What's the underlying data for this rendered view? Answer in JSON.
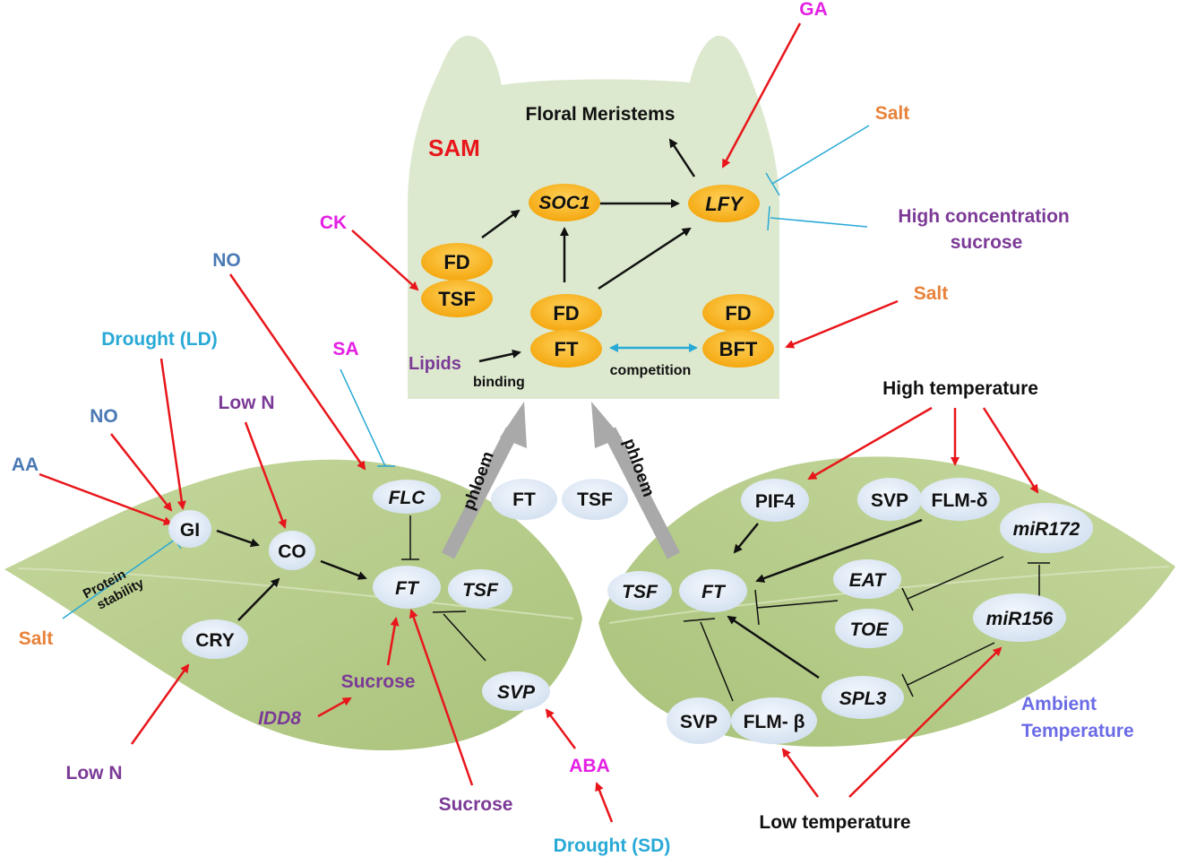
{
  "colors": {
    "activation": "#e8161b",
    "inhibition": "#29a9d6",
    "pathway": "#111111",
    "competition": "#29a9d6",
    "orange_node": "#f7b51b",
    "blue_node": "#dfe9f5",
    "meristem_bg": "#dce9cf",
    "leaf": "#b9cf8d",
    "phloem_arrow": "#a9a9a9",
    "magenta_label": "#e320e3",
    "steel_label": "#4a79b5",
    "cyan_label": "#29a9d6",
    "purple_label": "#7b3a96",
    "orange_label": "#e8823a",
    "ambient_label": "#6b6be6"
  },
  "sam": {
    "label": "SAM",
    "floral_meristems": "Floral Meristems",
    "lipids": "Lipids",
    "binding": "binding",
    "competition": "competition"
  },
  "sam_nodes": {
    "soc1": "SOC1",
    "lfy": "LFY",
    "fd_a": "FD",
    "tsf": "TSF",
    "fd_b": "FD",
    "ft": "FT",
    "fd_c": "FD",
    "bft": "BFT"
  },
  "phloem": {
    "left": "phloem",
    "right": "phloem",
    "mobile_ft": "FT",
    "mobile_tsf": "TSF"
  },
  "left_leaf": {
    "gi": "GI",
    "co": "CO",
    "cry": "CRY",
    "flc": "FLC",
    "ft": "FT",
    "tsf": "TSF",
    "svp": "SVP",
    "protein_stability": "Protein stability"
  },
  "right_leaf": {
    "pif4": "PIF4",
    "svp_top": "SVP",
    "flm_delta": "FLM-δ",
    "mir172": "miR172",
    "tsf": "TSF",
    "ft": "FT",
    "eat": "EAT",
    "toe": "TOE",
    "mir156": "miR156",
    "spl3": "SPL3",
    "svp_bottom": "SVP",
    "flm_beta": "FLM- β"
  },
  "signals": {
    "ga": "GA",
    "salt_top": "Salt",
    "high_sucrose": "High concentration sucrose",
    "salt_bft": "Salt",
    "ck": "CK",
    "no_top": "NO",
    "drought_ld": "Drought (LD)",
    "sa": "SA",
    "no_left": "NO",
    "low_n_top": "Low N",
    "aa": "AA",
    "salt_left": "Salt",
    "low_n_bottom": "Low N",
    "idd8": "IDD8",
    "sucrose_leaf": "Sucrose",
    "sucrose_bottom": "Sucrose",
    "aba": "ABA",
    "drought_sd": "Drought (SD)",
    "high_temperature": "High temperature",
    "low_temperature": "Low temperature",
    "ambient_temperature": "Ambient Temperature"
  }
}
